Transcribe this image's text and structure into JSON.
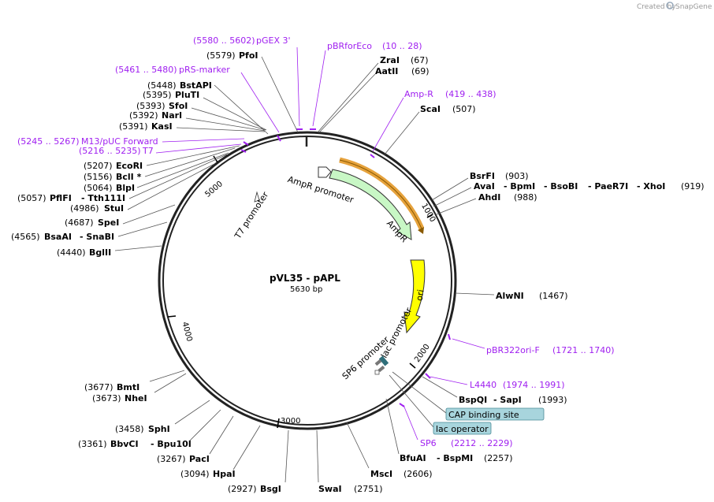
{
  "branding": {
    "created_by": "Created by",
    "app": "SnapGene"
  },
  "plasmid": {
    "name": "pVL35 - pAPL",
    "size": "5630 bp"
  },
  "ticks": [
    "1000",
    "2000",
    "3000",
    "4000",
    "5000"
  ],
  "features": {
    "ampr_promoter": "AmpR promoter",
    "ampr": "AmpR",
    "ori": "ori",
    "lac_promoter": "lac promoter",
    "sp6_promoter": "SP6 promoter",
    "t7_promoter": "T7 promoter"
  },
  "boxes": {
    "cap": "CAP binding site",
    "lac_operator": "lac operator"
  },
  "sites": {
    "s1": {
      "pos": "(5580 .. 5602)",
      "name": "pGEX 3'"
    },
    "s2": {
      "pos": "(5579)",
      "name": "PfoI"
    },
    "s3": {
      "name": "pBRforEco",
      "pos": "(10 .. 28)"
    },
    "s4": {
      "name": "ZraI",
      "pos": "(67)"
    },
    "s5": {
      "name": "AatII",
      "pos": "(69)"
    },
    "s6": {
      "pos": "(5461 .. 5480)",
      "name": "pRS-marker"
    },
    "s7": {
      "pos": "(5448)",
      "name": "BstAPI"
    },
    "s8": {
      "pos": "(5395)",
      "name": "PluTI"
    },
    "s9": {
      "pos": "(5393)",
      "name": "SfoI"
    },
    "s10": {
      "pos": "(5392)",
      "name": "NarI"
    },
    "s11": {
      "pos": "(5391)",
      "name": "KasI"
    },
    "s12": {
      "name": "Amp-R",
      "pos": "(419 .. 438)"
    },
    "s13": {
      "name": "ScaI",
      "pos": "(507)"
    },
    "s14": {
      "pos": "(5245 .. 5267)",
      "name": "M13/pUC Forward"
    },
    "s15": {
      "pos": "(5216 .. 5235)",
      "name": "T7"
    },
    "s16": {
      "pos": "(5207)",
      "name": "EcoRI"
    },
    "s17": {
      "pos": "(5156)",
      "name": "BclI *"
    },
    "s18": {
      "pos": "(5064)",
      "name": "BlpI"
    },
    "s19": {
      "pos": "(5057)",
      "name": "PflFI",
      "name2": "- Tth111I"
    },
    "s20": {
      "pos": "(4986)",
      "name": "StuI"
    },
    "s21": {
      "pos": "(4687)",
      "name": "SpeI"
    },
    "s22": {
      "pos": "(4565)",
      "name": "BsaAI",
      "name2": "- SnaBI"
    },
    "s23": {
      "pos": "(4440)",
      "name": "BglII"
    },
    "s24": {
      "name": "BsrFI",
      "pos": "(903)"
    },
    "s25": {
      "name": "AvaI",
      "name2": "- BpmI",
      "name3": "- BsoBI",
      "name4": "- PaeR7I",
      "name5": "- XhoI",
      "pos": "(919)"
    },
    "s26": {
      "name": "AhdI",
      "pos": "(988)"
    },
    "s27": {
      "name": "AlwNI",
      "pos": "(1467)"
    },
    "s28": {
      "name": "pBR322ori-F",
      "pos": "(1721 .. 1740)"
    },
    "s29": {
      "name": "L4440",
      "pos": "(1974 .. 1991)"
    },
    "s30": {
      "name": "BspQI",
      "name2": "- SapI",
      "pos": "(1993)"
    },
    "s31": {
      "name": "SP6",
      "pos": "(2212 .. 2229)"
    },
    "s32": {
      "name": "BfuAI",
      "name2": "- BspMI",
      "pos": "(2257)"
    },
    "s33": {
      "name": "MscI",
      "pos": "(2606)"
    },
    "s34": {
      "name": "SwaI",
      "pos": "(2751)"
    },
    "s35": {
      "pos": "(2927)",
      "name": "BsgI"
    },
    "s36": {
      "pos": "(3094)",
      "name": "HpaI"
    },
    "s37": {
      "pos": "(3267)",
      "name": "PacI"
    },
    "s38": {
      "pos": "(3361)",
      "name": "BbvCI",
      "name2": "- Bpu10I"
    },
    "s39": {
      "pos": "(3458)",
      "name": "SphI"
    },
    "s40": {
      "pos": "(3673)",
      "name": "NheI"
    },
    "s41": {
      "pos": "(3677)",
      "name": "BmtI"
    }
  }
}
